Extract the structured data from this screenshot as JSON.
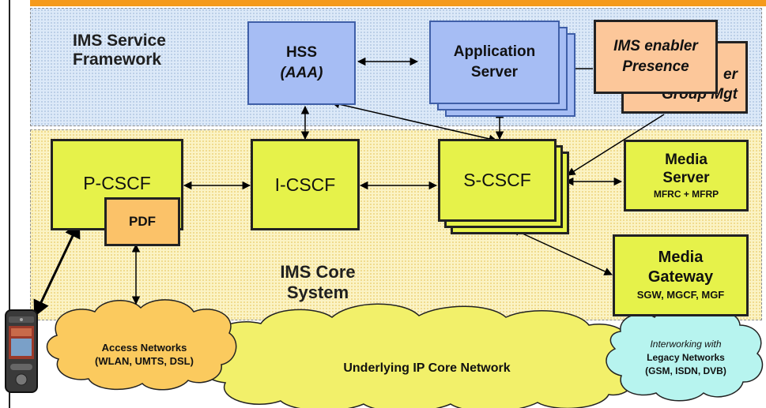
{
  "regions": {
    "service_title_line1": "IMS Service",
    "service_title_line2": "Framework",
    "core_title_line1": "IMS Core",
    "core_title_line2": "System"
  },
  "nodes": {
    "hss": {
      "line1": "HSS",
      "line2": "(AAA)"
    },
    "app_server": {
      "line1": "Application",
      "line2": "Server"
    },
    "ims_enabler": {
      "line1": "IMS enabler",
      "line2": "Presence"
    },
    "group_mgt": {
      "line1": "er",
      "line2": "Group Mgt"
    },
    "pcscf": "P-CSCF",
    "pdf": "PDF",
    "icscf": "I-CSCF",
    "scscf": "S-CSCF",
    "media_server": {
      "line1": "Media",
      "line2": "Server",
      "line3": "MFRC + MFRP"
    },
    "media_gateway": {
      "line1": "Media",
      "line2": "Gateway",
      "line3": "SGW, MGCF, MGF"
    }
  },
  "clouds": {
    "access": {
      "line1": "Access Networks",
      "line2": "(WLAN, UMTS, DSL)"
    },
    "ip_core": "Underlying IP Core Network",
    "legacy": {
      "line1": "Interworking with",
      "line2": "Legacy Networks",
      "line3": "(GSM, ISDN, DVB)"
    }
  },
  "colors": {
    "top_bar": "#f59a1b",
    "service_bg": "#dce9f8",
    "core_bg": "#fbf3c4",
    "blue_box": "#a6bdf4",
    "yellow_box": "#e6f24a",
    "orange_box": "#fcc79a",
    "cloud_yellow": "#f2f06a",
    "cloud_orange": "#fbca5e",
    "cloud_cyan": "#b7f4ef"
  }
}
